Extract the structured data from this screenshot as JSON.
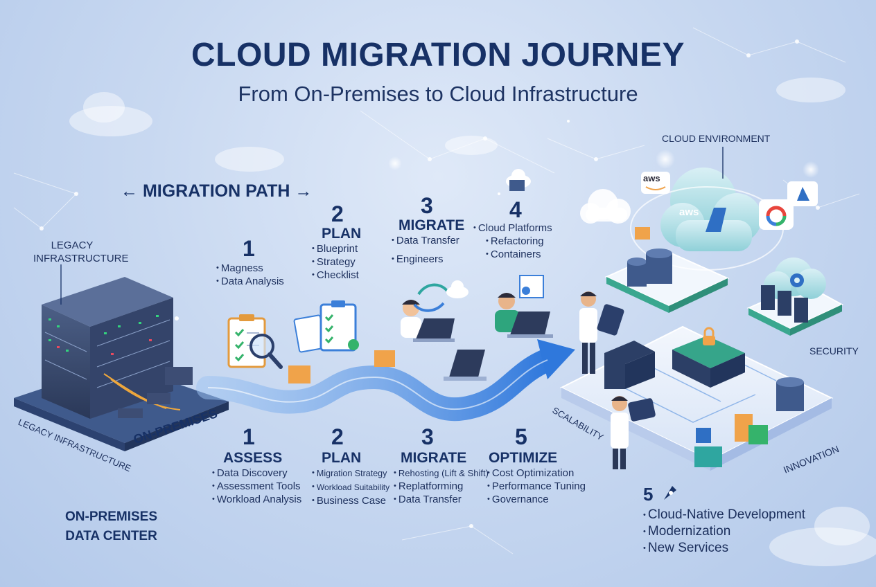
{
  "title": "CLOUD MIGRATION JOURNEY",
  "subtitle": "From On-Premises to Cloud Infrastructure",
  "migration_path_label": "MIGRATION PATH",
  "arrow_left": "←",
  "arrow_right": "→",
  "legacy_label_top": [
    "LEGACY",
    "INFRASTRUCTURE"
  ],
  "legacy_label_rotated": "Legacy Infrastructure",
  "onprem_rotated": "ON-PREMISES",
  "data_center_label": [
    "ON-PREMISES",
    "DATA CENTER"
  ],
  "cloud_environment_label": "CLOUD ENVIRONMENT",
  "security_label": "SECURITY",
  "scalability_label": "SCALABILITY",
  "innovation_label": "INNOVATION",
  "upper_steps": [
    {
      "num": "1",
      "head": "",
      "items": [
        "Magness",
        "Data Analysis"
      ]
    },
    {
      "num": "2",
      "head": "PLAN",
      "items": [
        "Blueprint",
        "Strategy",
        "Checklist"
      ]
    },
    {
      "num": "3",
      "head": "MIGRATE",
      "items": [
        "Data Transfer",
        "Engineers"
      ]
    },
    {
      "num": "4",
      "head": "",
      "items": [
        "Cloud Platforms",
        "Refactoring",
        "Containers"
      ]
    }
  ],
  "lower_steps": [
    {
      "num": "1",
      "head": "ASSESS",
      "items": [
        "Data Discovery",
        "Assessment Tools",
        "Workload Analysis"
      ]
    },
    {
      "num": "2",
      "head": "PLAN",
      "items": [
        "Migration Strategy",
        "Workload Suitability",
        "Business Case"
      ]
    },
    {
      "num": "3",
      "head": "MIGRATE",
      "items": [
        "Rehosting (Lift & Shift)",
        "Replatforming",
        "Data Transfer"
      ]
    },
    {
      "num": "5",
      "head": "OPTIMIZE",
      "items": [
        "Cost Optimization",
        "Performance Tuning",
        "Governance"
      ]
    }
  ],
  "final_step": {
    "num": "5",
    "items": [
      "Cloud-Native Development",
      "Modernization",
      "New Services"
    ]
  },
  "aws_label": "aws",
  "icons": [
    "server-rack-icon",
    "clipboard-icon",
    "magnifier-icon",
    "checklist-icon",
    "person-laptop-icon",
    "cloud-icon",
    "database-icon",
    "rocket-icon",
    "gear-icon",
    "lock-icon",
    "aws-logo-icon",
    "azure-logo-icon",
    "gcp-logo-icon"
  ],
  "colors": {
    "navy": "#173166",
    "arrow": "#3b7fd9",
    "platform": "#e8f0fb",
    "teal": "#2fa6a0"
  }
}
